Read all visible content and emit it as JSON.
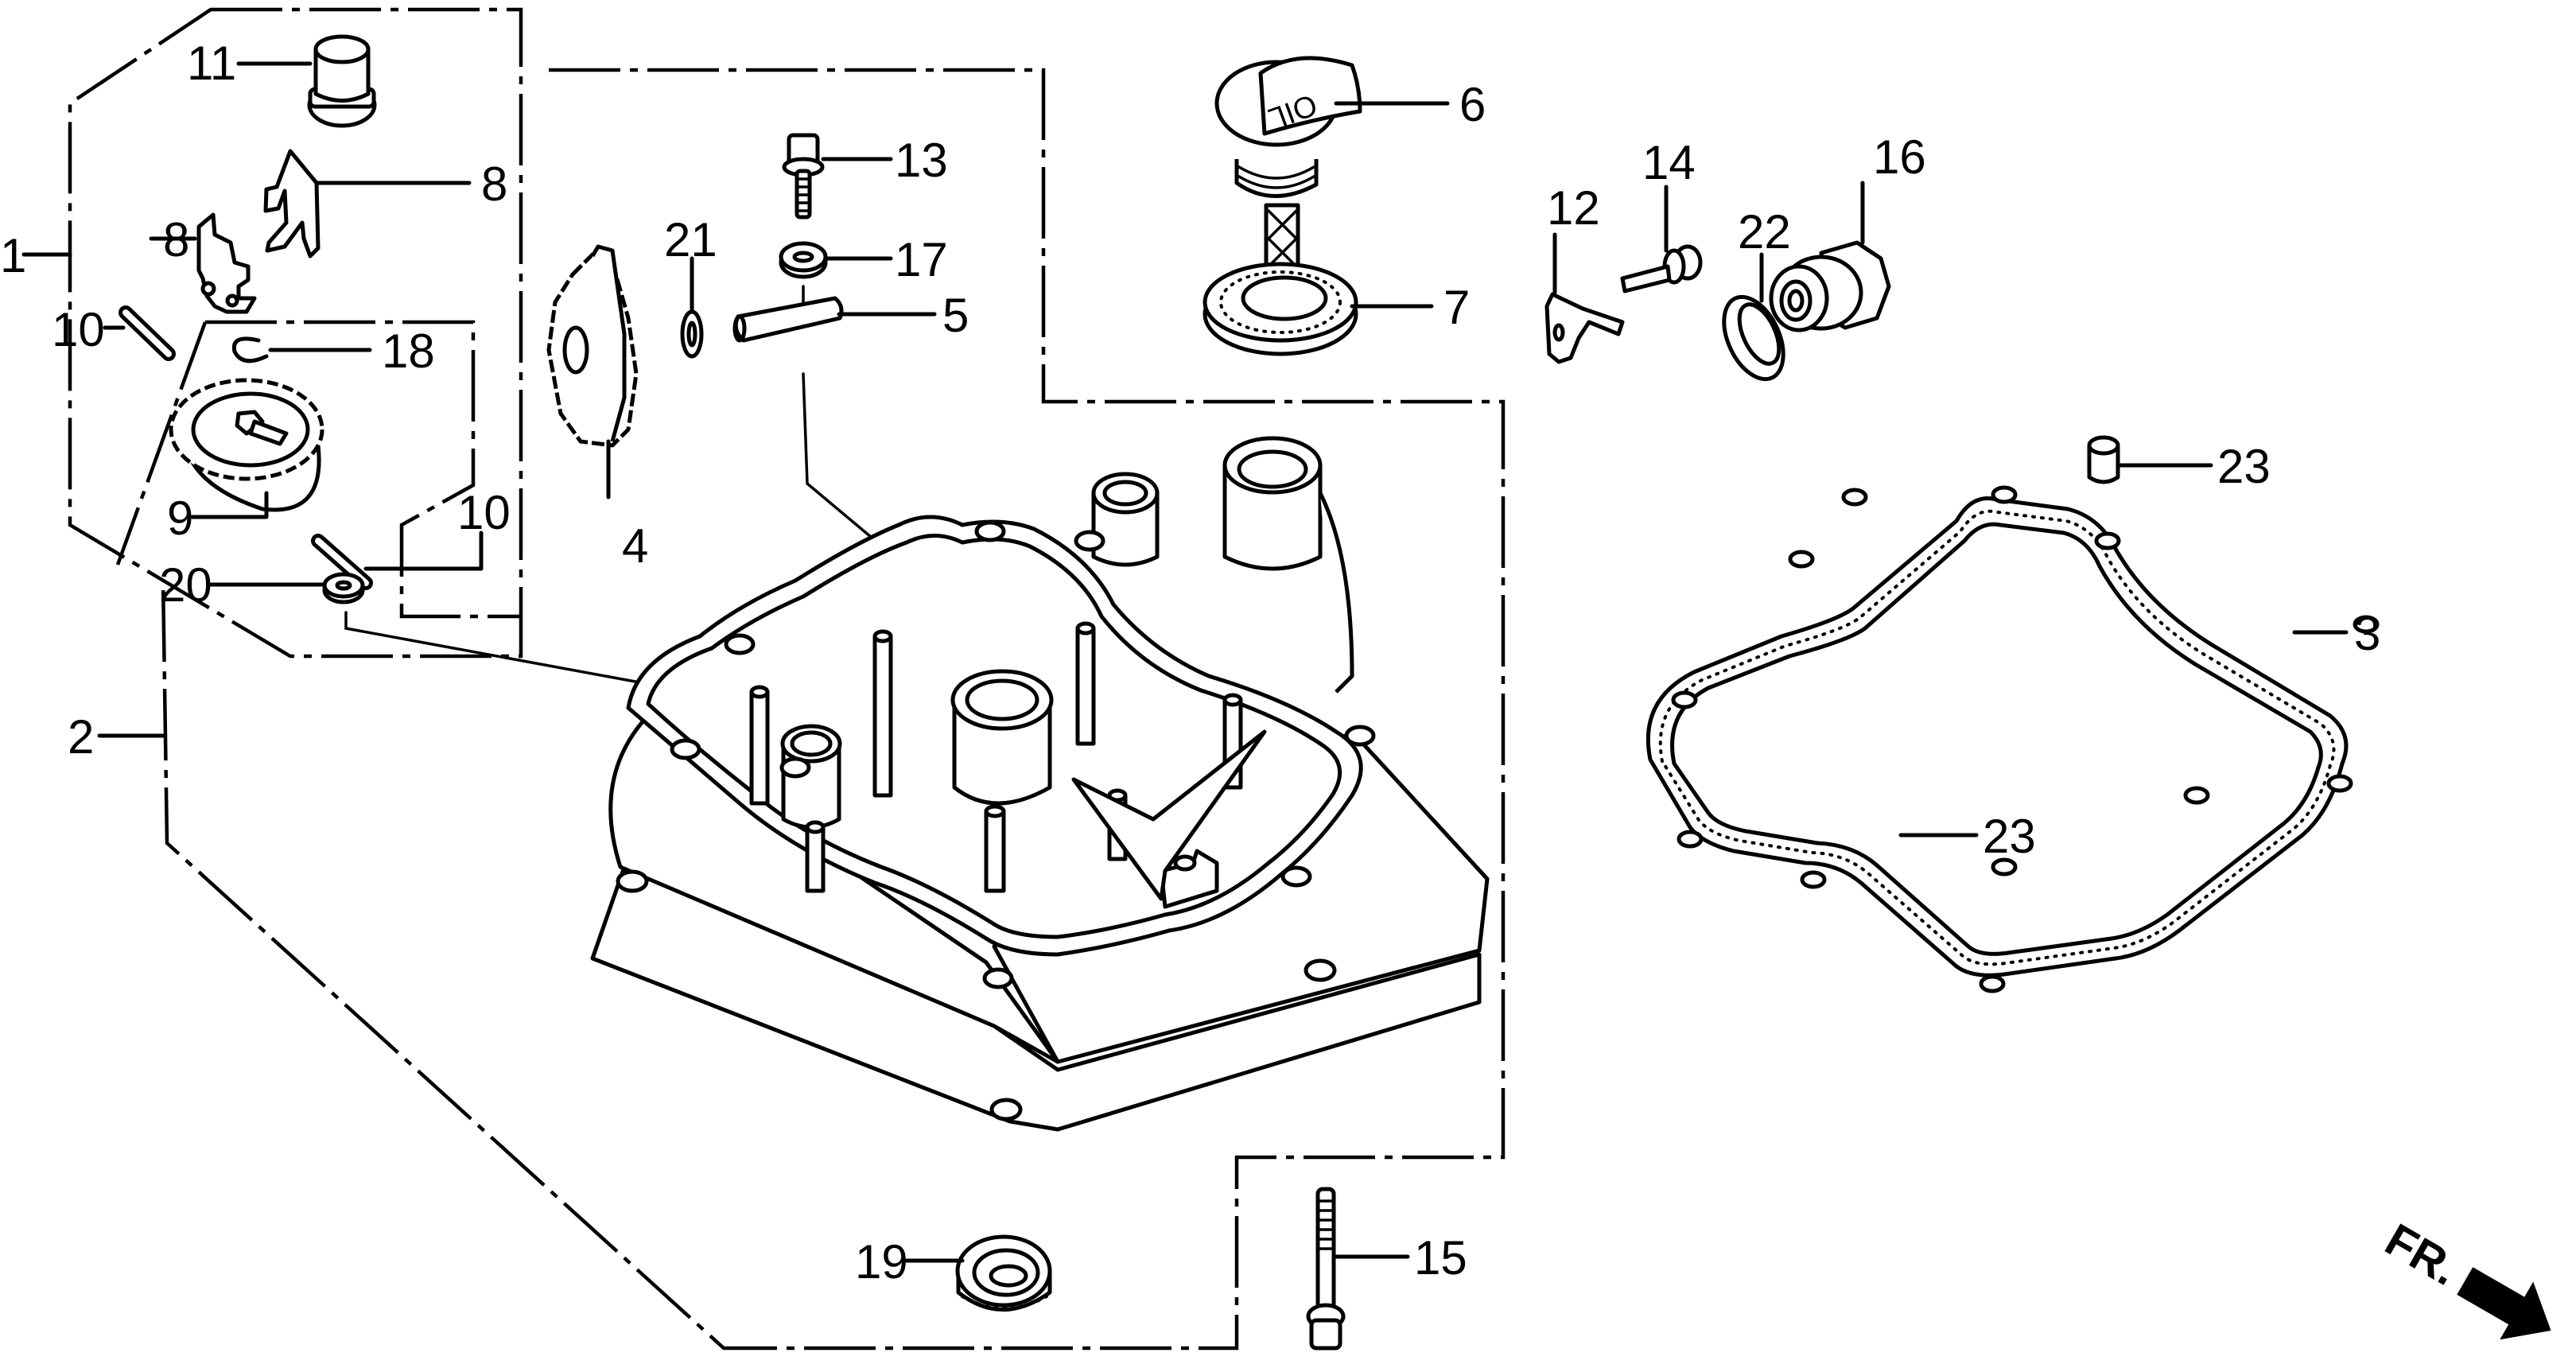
{
  "diagram": {
    "title": "Crankcase cover exploded parts diagram",
    "direction_indicator": {
      "text": "FR.",
      "icon": "arrow-right-down-icon"
    },
    "oil_cap_marking": "OIL",
    "callouts": [
      {
        "ref": "1",
        "part": "governor assembly group"
      },
      {
        "ref": "2",
        "part": "crankcase cover assembly"
      },
      {
        "ref": "3",
        "part": "crankcase cover gasket"
      },
      {
        "ref": "4",
        "part": "governor / oil slinger gear"
      },
      {
        "ref": "5",
        "part": "shaft"
      },
      {
        "ref": "6",
        "part": "oil filler cap (OIL)"
      },
      {
        "ref": "7",
        "part": "oil cap gasket"
      },
      {
        "ref": "8",
        "part": "governor weight",
        "count": 2
      },
      {
        "ref": "9",
        "part": "governor gear"
      },
      {
        "ref": "10",
        "part": "pin",
        "count": 2
      },
      {
        "ref": "11",
        "part": "governor holder"
      },
      {
        "ref": "12",
        "part": "clamp"
      },
      {
        "ref": "13",
        "part": "flange bolt"
      },
      {
        "ref": "14",
        "part": "screw"
      },
      {
        "ref": "15",
        "part": "long flange bolt"
      },
      {
        "ref": "16",
        "part": "drain plug"
      },
      {
        "ref": "17",
        "part": "washer"
      },
      {
        "ref": "18",
        "part": "clip"
      },
      {
        "ref": "19",
        "part": "oil seal"
      },
      {
        "ref": "20",
        "part": "washer"
      },
      {
        "ref": "21",
        "part": "thrust washer"
      },
      {
        "ref": "22",
        "part": "drain plug washer"
      },
      {
        "ref": "23",
        "part": "dowel pin",
        "count": 2
      }
    ],
    "labels": {
      "l1": "1",
      "l2": "2",
      "l3": "3",
      "l4": "4",
      "l5": "5",
      "l6": "6",
      "l7": "7",
      "l8a": "8",
      "l8b": "8",
      "l9": "9",
      "l10a": "10",
      "l10b": "10",
      "l11": "11",
      "l12": "12",
      "l13": "13",
      "l14": "14",
      "l15": "15",
      "l16": "16",
      "l17": "17",
      "l18": "18",
      "l19": "19",
      "l20": "20",
      "l21": "21",
      "l22": "22",
      "l23a": "23",
      "l23b": "23"
    }
  }
}
